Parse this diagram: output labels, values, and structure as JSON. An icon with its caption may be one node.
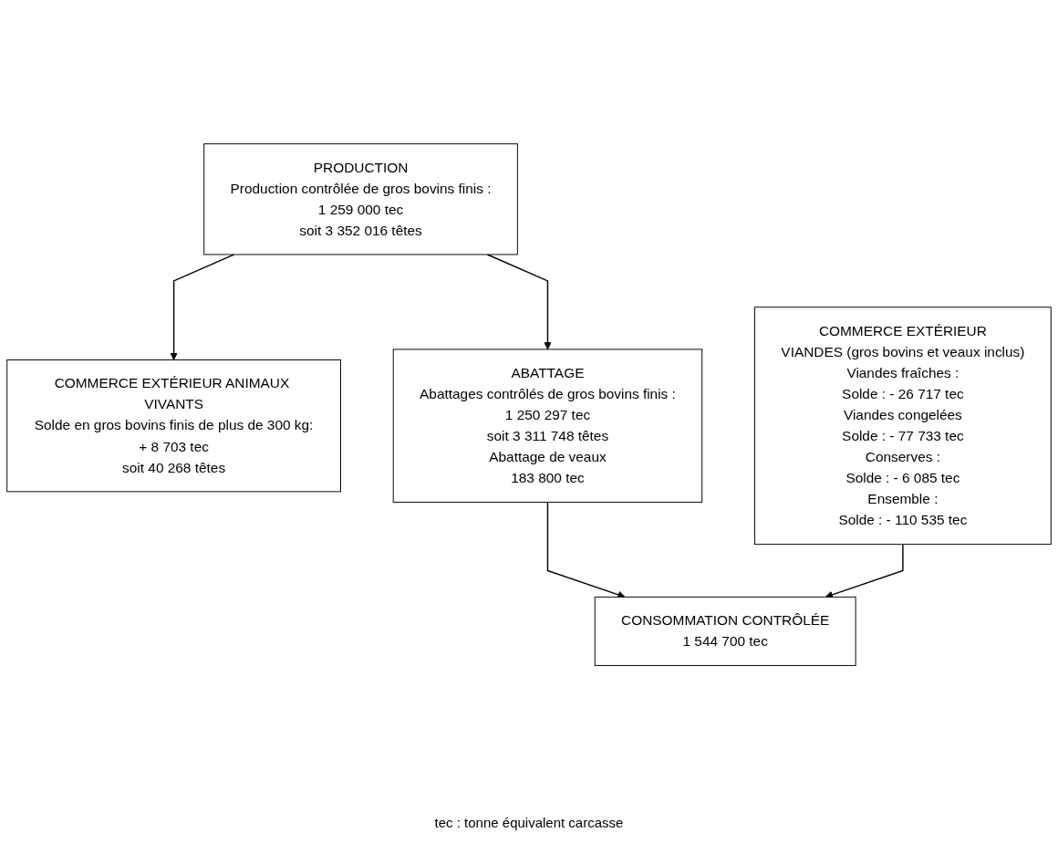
{
  "diagram": {
    "nodes": [
      {
        "text": [
          "PRODUCTION",
          "Production contrôlée de gros bovins finis :",
          "1 259 000 tec",
          "soit 3 352 016 têtes"
        ]
      },
      {
        "text": [
          "COMMERCE EXTÉRIEUR ANIMAUX VIVANTS",
          "Solde en gros bovins finis de plus de 300 kg:",
          "+ 8 703 tec",
          "soit 40 268 têtes"
        ]
      },
      {
        "text": [
          "ABATTAGE",
          "Abattages contrôlés de gros bovins finis :",
          "1 250 297 tec",
          "soit 3 311 748 têtes",
          "Abattage de veaux",
          "183 800 tec"
        ]
      },
      {
        "text": [
          "COMMERCE EXTÉRIEUR",
          "VIANDES (gros bovins et veaux inclus)",
          "Viandes fraîches :",
          "Solde : - 26 717 tec",
          "Viandes congelées",
          "Solde : - 77 733 tec",
          "Conserves :",
          "Solde : - 6 085 tec",
          "Ensemble :",
          "Solde : - 110 535 tec"
        ]
      },
      {
        "text": [
          "CONSOMMATION CONTRÔLÉE",
          "1 544 700 tec"
        ]
      }
    ],
    "edges": [
      {
        "from": 0,
        "to": 1,
        "arrow": "to"
      },
      {
        "from": 0,
        "to": 2,
        "arrow": "to"
      },
      {
        "from": 2,
        "to": 4,
        "arrow": "to"
      },
      {
        "from": 3,
        "to": 4,
        "arrow": "to"
      }
    ],
    "labels": [
      "tec : tonne équivalent carcasse"
    ]
  }
}
